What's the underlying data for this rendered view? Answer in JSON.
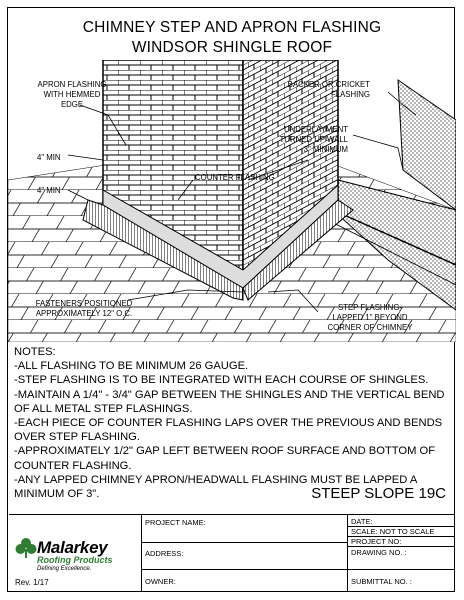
{
  "title": {
    "line1": "CHIMNEY STEP AND APRON FLASHING",
    "line2": "WINDSOR SHINGLE ROOF"
  },
  "callouts": {
    "apron": [
      "APRON FLASHING",
      "WITH HEMMED",
      "EDGE"
    ],
    "backer": [
      "BACKER OR CRICKET",
      "FLASHING"
    ],
    "underlayment": [
      "UNDERLAYMENT",
      "TURNED UP WALL",
      "3\" MINIMUM"
    ],
    "counter": "COUNTER FLASHING",
    "min1": "4\" MIN",
    "min2": "4\" MIN",
    "fasteners": [
      "FASTENERS POSITIONED",
      "APPROXIMATELY 12\" O.C."
    ],
    "step": [
      "STEP FLASHING-",
      "LAPPED 1\" BEYOND",
      "CORNER OF CHIMNEY"
    ]
  },
  "notes": [
    "NOTES:",
    "-ALL FLASHING TO BE MINIMUM 26 GAUGE.",
    "-STEP FLASHING IS TO BE INTEGRATED WITH EACH COURSE OF SHINGLES.",
    "-MAINTAIN A 1/4\" - 3/4\" GAP BETWEEN THE SHINGLES AND THE VERTICAL BEND",
    "OF ALL METAL STEP FLASHINGS.",
    "-EACH PIECE OF COUNTER FLASHING LAPS OVER THE PREVIOUS AND BENDS",
    "OVER STEP FLASHING.",
    "-APPROXIMATELY 1/2\" GAP LEFT BETWEEN ROOF SURFACE AND BOTTOM OF",
    "COUNTER FLASHING.",
    "-ANY LAPPED CHIMNEY APRON/HEADWALL FLASHING MUST BE LAPPED A",
    "MINIMUM OF 3\"."
  ],
  "detail_code": "STEEP SLOPE 19C",
  "title_block": {
    "logo_name": "Malarkey",
    "logo_sub": "Roofing Products",
    "logo_tagline": "Defining Excellence.",
    "logo_color": "#2e7d32",
    "rev": "Rev. 1/17",
    "project_name": "PROJECT NAME:",
    "address": "ADDRESS:",
    "owner": "OWNER:",
    "date": "DATE:",
    "scale": "SCALE:  NOT TO SCALE",
    "project_no": "PROJECT NO:",
    "drawing_no": "DRAWING NO. :",
    "submittal_no": "SUBMITTAL NO. :"
  }
}
